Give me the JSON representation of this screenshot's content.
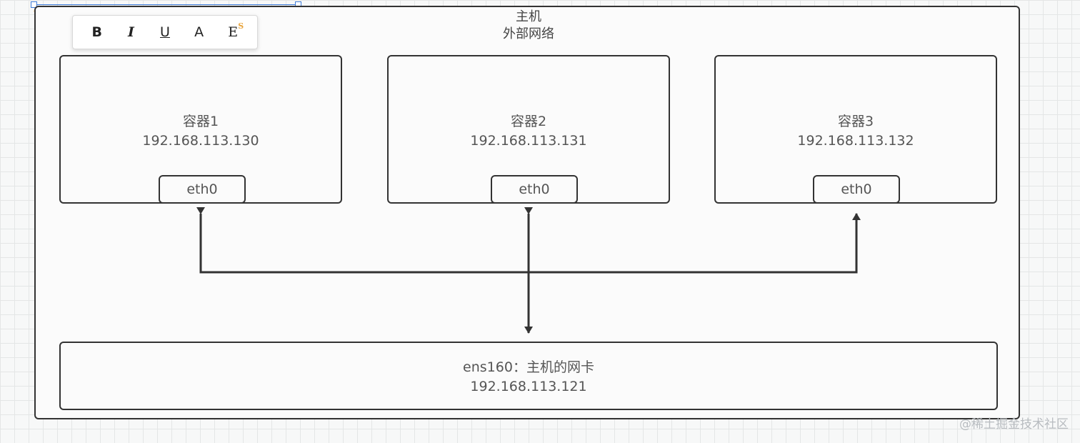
{
  "host": {
    "title_line1": "主机",
    "title_line2": "外部网络"
  },
  "containers": [
    {
      "name": "容器1",
      "ip": "192.168.113.130",
      "iface": "eth0"
    },
    {
      "name": "容器2",
      "ip": "192.168.113.131",
      "iface": "eth0"
    },
    {
      "name": "容器3",
      "ip": "192.168.113.132",
      "iface": "eth0"
    }
  ],
  "nic": {
    "label": "ens160：主机的网卡",
    "ip": "192.168.113.121"
  },
  "toolbar": {
    "bold": "B",
    "italic": "I",
    "underline": "U",
    "font_color": "A",
    "clear_format": "E",
    "clear_format_badge": "S"
  },
  "watermark": "@稀土掘金技术社区",
  "colors": {
    "stroke": "#333333",
    "grid_background": "#f7f8f8",
    "selection": "#3d7bd8"
  }
}
